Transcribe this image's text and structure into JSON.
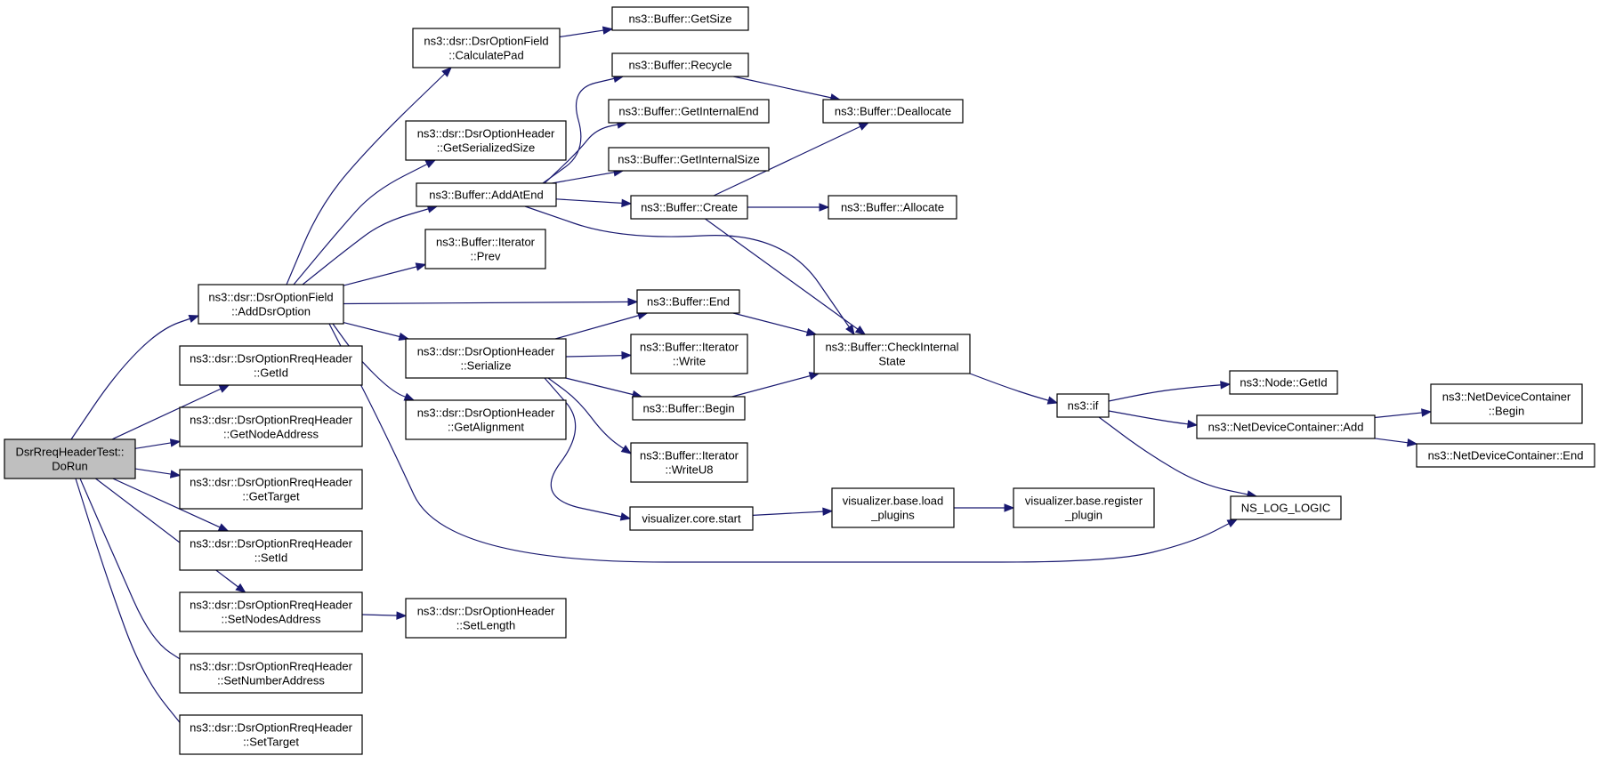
{
  "diagram": {
    "type": "call-graph",
    "nodes": [
      {
        "id": "dorun",
        "lines": [
          "DsrRreqHeaderTest::",
          "DoRun"
        ],
        "root": true
      },
      {
        "id": "adddsroption",
        "lines": [
          "ns3::dsr::DsrOptionField",
          "::AddDsrOption"
        ]
      },
      {
        "id": "rreq_getid",
        "lines": [
          "ns3::dsr::DsrOptionRreqHeader",
          "::GetId"
        ]
      },
      {
        "id": "rreq_getnodeaddress",
        "lines": [
          "ns3::dsr::DsrOptionRreqHeader",
          "::GetNodeAddress"
        ]
      },
      {
        "id": "rreq_gettarget",
        "lines": [
          "ns3::dsr::DsrOptionRreqHeader",
          "::GetTarget"
        ]
      },
      {
        "id": "rreq_setid",
        "lines": [
          "ns3::dsr::DsrOptionRreqHeader",
          "::SetId"
        ]
      },
      {
        "id": "rreq_setnodesaddress",
        "lines": [
          "ns3::dsr::DsrOptionRreqHeader",
          "::SetNodesAddress"
        ]
      },
      {
        "id": "rreq_setnumberaddress",
        "lines": [
          "ns3::dsr::DsrOptionRreqHeader",
          "::SetNumberAddress"
        ]
      },
      {
        "id": "rreq_settarget",
        "lines": [
          "ns3::dsr::DsrOptionRreqHeader",
          "::SetTarget"
        ]
      },
      {
        "id": "calculatepad",
        "lines": [
          "ns3::dsr::DsrOptionField",
          "::CalculatePad"
        ]
      },
      {
        "id": "getserializedsize",
        "lines": [
          "ns3::dsr::DsrOptionHeader",
          "::GetSerializedSize"
        ]
      },
      {
        "id": "addatend",
        "lines": [
          "ns3::Buffer::AddAtEnd"
        ]
      },
      {
        "id": "iter_prev",
        "lines": [
          "ns3::Buffer::Iterator",
          "::Prev"
        ]
      },
      {
        "id": "header_serialize",
        "lines": [
          "ns3::dsr::DsrOptionHeader",
          "::Serialize"
        ]
      },
      {
        "id": "getalignment",
        "lines": [
          "ns3::dsr::DsrOptionHeader",
          "::GetAlignment"
        ]
      },
      {
        "id": "setlength",
        "lines": [
          "ns3::dsr::DsrOptionHeader",
          "::SetLength"
        ]
      },
      {
        "id": "getsize",
        "lines": [
          "ns3::Buffer::GetSize"
        ]
      },
      {
        "id": "recycle",
        "lines": [
          "ns3::Buffer::Recycle"
        ]
      },
      {
        "id": "getinternalend",
        "lines": [
          "ns3::Buffer::GetInternalEnd"
        ]
      },
      {
        "id": "getinternalsize",
        "lines": [
          "ns3::Buffer::GetInternalSize"
        ]
      },
      {
        "id": "create",
        "lines": [
          "ns3::Buffer::Create"
        ]
      },
      {
        "id": "buf_end",
        "lines": [
          "ns3::Buffer::End"
        ]
      },
      {
        "id": "iter_write",
        "lines": [
          "ns3::Buffer::Iterator",
          "::Write"
        ]
      },
      {
        "id": "buf_begin",
        "lines": [
          "ns3::Buffer::Begin"
        ]
      },
      {
        "id": "iter_writeu8",
        "lines": [
          "ns3::Buffer::Iterator",
          "::WriteU8"
        ]
      },
      {
        "id": "viz_start",
        "lines": [
          "visualizer.core.start"
        ]
      },
      {
        "id": "deallocate",
        "lines": [
          "ns3::Buffer::Deallocate"
        ]
      },
      {
        "id": "allocate",
        "lines": [
          "ns3::Buffer::Allocate"
        ]
      },
      {
        "id": "checkinternalstate",
        "lines": [
          "ns3::Buffer::CheckInternal",
          "State"
        ]
      },
      {
        "id": "viz_load",
        "lines": [
          "visualizer.base.load",
          "_plugins"
        ]
      },
      {
        "id": "viz_register",
        "lines": [
          "visualizer.base.register",
          "_plugin"
        ]
      },
      {
        "id": "ns3_if",
        "lines": [
          "ns3::if"
        ]
      },
      {
        "id": "node_getid",
        "lines": [
          "ns3::Node::GetId"
        ]
      },
      {
        "id": "ndc_add",
        "lines": [
          "ns3::NetDeviceContainer::Add"
        ]
      },
      {
        "id": "log_logic",
        "lines": [
          "NS_LOG_LOGIC"
        ]
      },
      {
        "id": "ndc_begin",
        "lines": [
          "ns3::NetDeviceContainer",
          "::Begin"
        ]
      },
      {
        "id": "ndc_end",
        "lines": [
          "ns3::NetDeviceContainer::End"
        ]
      }
    ],
    "edges": [
      [
        "dorun",
        "adddsroption"
      ],
      [
        "dorun",
        "rreq_getid"
      ],
      [
        "dorun",
        "rreq_getnodeaddress"
      ],
      [
        "dorun",
        "rreq_gettarget"
      ],
      [
        "dorun",
        "rreq_setid"
      ],
      [
        "dorun",
        "rreq_setnodesaddress"
      ],
      [
        "dorun",
        "rreq_setnumberaddress"
      ],
      [
        "dorun",
        "rreq_settarget"
      ],
      [
        "adddsroption",
        "calculatepad"
      ],
      [
        "adddsroption",
        "getserializedsize"
      ],
      [
        "adddsroption",
        "addatend"
      ],
      [
        "adddsroption",
        "iter_prev"
      ],
      [
        "adddsroption",
        "buf_end"
      ],
      [
        "adddsroption",
        "header_serialize"
      ],
      [
        "adddsroption",
        "getalignment"
      ],
      [
        "adddsroption",
        "log_logic"
      ],
      [
        "rreq_setnodesaddress",
        "setlength"
      ],
      [
        "calculatepad",
        "getsize"
      ],
      [
        "addatend",
        "recycle"
      ],
      [
        "addatend",
        "getinternalend"
      ],
      [
        "addatend",
        "getinternalsize"
      ],
      [
        "addatend",
        "create"
      ],
      [
        "addatend",
        "checkinternalstate"
      ],
      [
        "header_serialize",
        "buf_end"
      ],
      [
        "header_serialize",
        "iter_write"
      ],
      [
        "header_serialize",
        "buf_begin"
      ],
      [
        "header_serialize",
        "iter_writeu8"
      ],
      [
        "header_serialize",
        "viz_start"
      ],
      [
        "recycle",
        "deallocate"
      ],
      [
        "create",
        "deallocate"
      ],
      [
        "create",
        "allocate"
      ],
      [
        "create",
        "checkinternalstate"
      ],
      [
        "buf_end",
        "checkinternalstate"
      ],
      [
        "buf_begin",
        "checkinternalstate"
      ],
      [
        "viz_start",
        "viz_load"
      ],
      [
        "viz_load",
        "viz_register"
      ],
      [
        "checkinternalstate",
        "ns3_if"
      ],
      [
        "ns3_if",
        "node_getid"
      ],
      [
        "ns3_if",
        "ndc_add"
      ],
      [
        "ns3_if",
        "log_logic"
      ],
      [
        "ndc_add",
        "ndc_begin"
      ],
      [
        "ndc_add",
        "ndc_end"
      ]
    ]
  },
  "colors": {
    "edge": "#191970",
    "root_fill": "#bfbfbf",
    "node_fill": "#ffffff",
    "node_border": "#000000"
  }
}
